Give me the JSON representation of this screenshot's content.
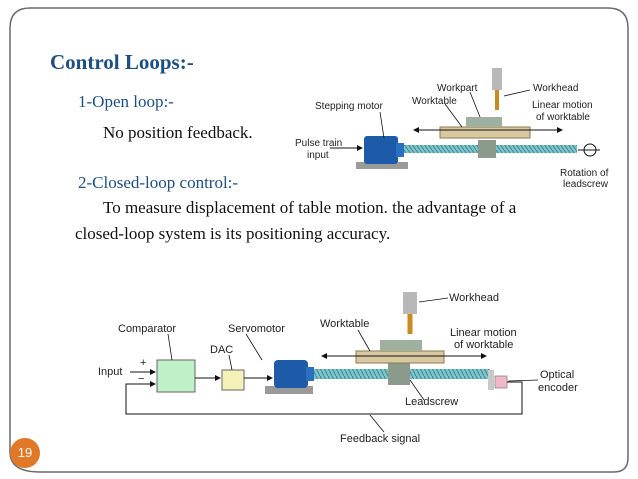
{
  "slide": {
    "title": "Control Loops:-",
    "open_loop_heading": "1-Open loop:-",
    "open_loop_text": "No position feedback.",
    "closed_loop_heading": "2-Closed-loop control:-",
    "closed_loop_text_line1": "To measure displacement of table motion. the advantage of a",
    "closed_loop_text_line2": "closed-loop system is its positioning accuracy.",
    "page_number": "19"
  },
  "diagram_open": {
    "workpart": "Workpart",
    "workhead": "Workhead",
    "worktable": "Worktable",
    "stepping_motor": "Stepping motor",
    "linear_motion_1": "Linear motion",
    "linear_motion_2": "of worktable",
    "pulse_train_1": "Pulse train",
    "pulse_train_2": "input",
    "rotation_1": "Rotation of",
    "rotation_2": "leadscrew"
  },
  "diagram_closed": {
    "workhead": "Workhead",
    "comparator": "Comparator",
    "servomotor": "Servomotor",
    "worktable": "Worktable",
    "dac": "DAC",
    "linear_motion_1": "Linear motion",
    "linear_motion_2": "of worktable",
    "input": "Input",
    "plus": "+",
    "minus": "−",
    "optical_1": "Optical",
    "optical_2": "encoder",
    "leadscrew": "Leadscrew",
    "feedback": "Feedback signal"
  },
  "colors": {
    "title": "#1d4f82",
    "frame": "#6a6a6a",
    "accent": "#e07828",
    "motor": "#1d5aa8",
    "table": "#d9c9a0",
    "comparator": "#bff0c8",
    "dac": "#f3f0b8",
    "encoder": "#f0b8c8"
  }
}
